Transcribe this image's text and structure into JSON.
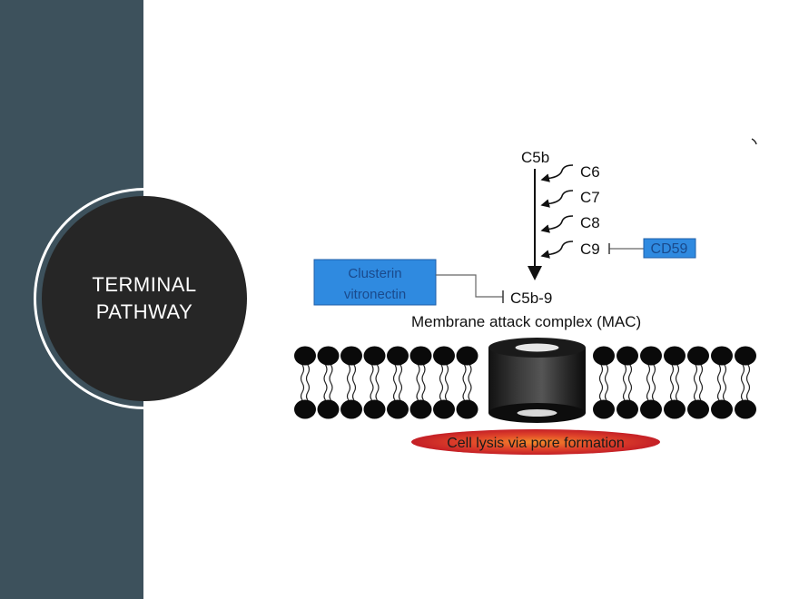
{
  "slide": {
    "title_lines": [
      "TERMINAL",
      "PATHWAY"
    ],
    "colors": {
      "side_band": "#3d515c",
      "circle": "#262626",
      "accent_blue": "#2f8ae0"
    }
  },
  "diagram": {
    "start": "C5b",
    "components": [
      "C6",
      "C7",
      "C8",
      "C9"
    ],
    "product": "C5b-9",
    "complex_label": "Membrane attack complex (MAC)",
    "inhibitors": {
      "cd59": "CD59",
      "clusterin_line1": "Clusterin",
      "clusterin_line2": "vitronectin"
    },
    "outcome": "Cell lysis via pore formation"
  }
}
